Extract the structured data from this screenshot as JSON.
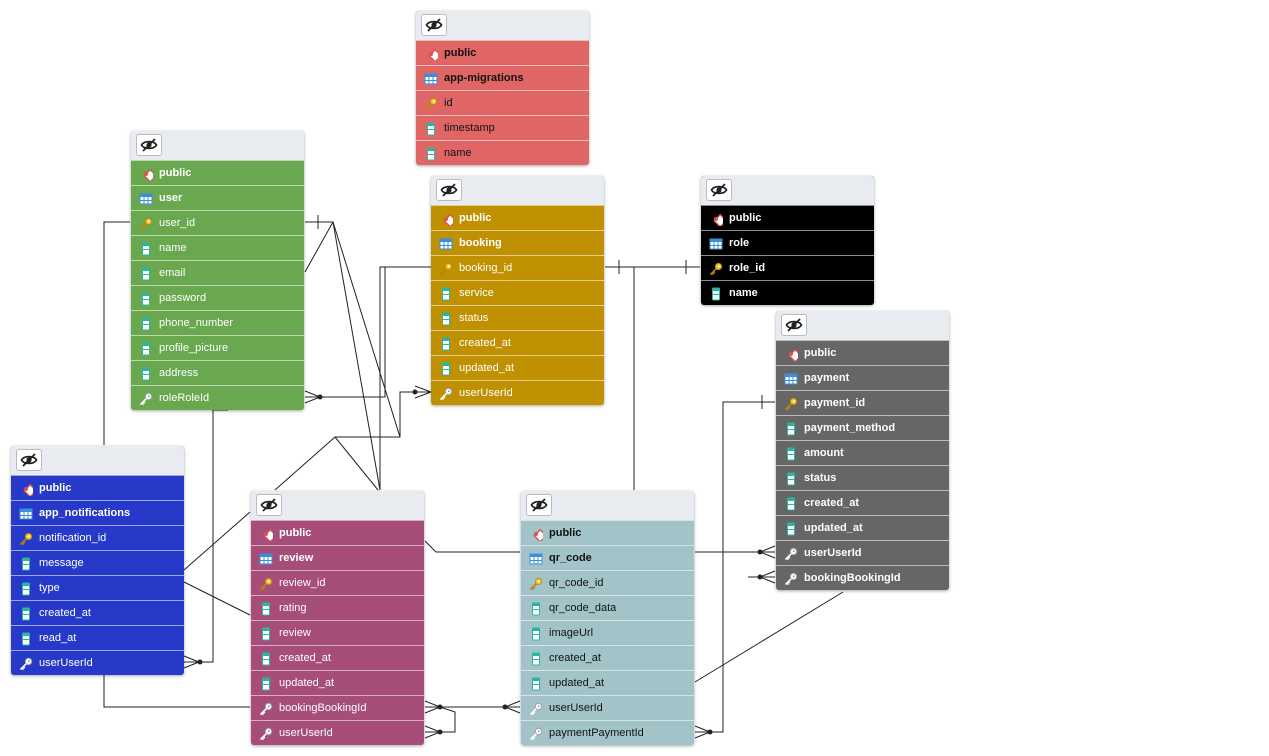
{
  "tables": [
    {
      "id": "app_migrations",
      "color": "#e06666",
      "text_color": "#111111",
      "rows": [
        {
          "icon": "schema-icon",
          "label": "public",
          "bold": true
        },
        {
          "icon": "table-icon",
          "label": "app-migrations",
          "bold": true
        },
        {
          "icon": "primary-key-icon",
          "label": "id"
        },
        {
          "icon": "column-icon",
          "label": "timestamp"
        },
        {
          "icon": "column-icon",
          "label": "name"
        }
      ]
    },
    {
      "id": "user",
      "color": "#6aa84f",
      "text_color": "#ffffff",
      "rows": [
        {
          "icon": "schema-icon",
          "label": "public",
          "bold": true
        },
        {
          "icon": "table-icon",
          "label": "user",
          "bold": true
        },
        {
          "icon": "primary-key-icon",
          "label": "user_id"
        },
        {
          "icon": "column-icon",
          "label": "name"
        },
        {
          "icon": "column-icon",
          "label": "email"
        },
        {
          "icon": "column-icon",
          "label": "password"
        },
        {
          "icon": "column-icon",
          "label": "phone_number"
        },
        {
          "icon": "column-icon",
          "label": "profile_picture"
        },
        {
          "icon": "column-icon",
          "label": "address"
        },
        {
          "icon": "foreign-key-icon",
          "label": "roleRoleId"
        }
      ]
    },
    {
      "id": "booking",
      "color": "#bf9000",
      "text_color": "#ffffff",
      "rows": [
        {
          "icon": "schema-icon",
          "label": "public",
          "bold": true
        },
        {
          "icon": "table-icon",
          "label": "booking",
          "bold": true
        },
        {
          "icon": "primary-key-icon",
          "label": "booking_id"
        },
        {
          "icon": "column-icon",
          "label": "service"
        },
        {
          "icon": "column-icon",
          "label": "status"
        },
        {
          "icon": "column-icon",
          "label": "created_at"
        },
        {
          "icon": "column-icon",
          "label": "updated_at"
        },
        {
          "icon": "foreign-key-icon",
          "label": "userUserId"
        }
      ]
    },
    {
      "id": "role",
      "color": "#000000",
      "text_color": "#ffffff",
      "rows": [
        {
          "icon": "schema-icon",
          "label": "public",
          "bold": true
        },
        {
          "icon": "table-icon",
          "label": "role",
          "bold": true
        },
        {
          "icon": "primary-key-icon",
          "label": "role_id",
          "bold": true
        },
        {
          "icon": "column-icon",
          "label": "name",
          "bold": true
        }
      ]
    },
    {
      "id": "payment",
      "color": "#666666",
      "text_color": "#ffffff",
      "rows": [
        {
          "icon": "schema-icon",
          "label": "public",
          "bold": true
        },
        {
          "icon": "table-icon",
          "label": "payment",
          "bold": true
        },
        {
          "icon": "primary-key-icon",
          "label": "payment_id",
          "bold": true
        },
        {
          "icon": "column-icon",
          "label": "payment_method",
          "bold": true
        },
        {
          "icon": "column-icon",
          "label": "amount",
          "bold": true
        },
        {
          "icon": "column-icon",
          "label": "status",
          "bold": true
        },
        {
          "icon": "column-icon",
          "label": "created_at",
          "bold": true
        },
        {
          "icon": "column-icon",
          "label": "updated_at",
          "bold": true
        },
        {
          "icon": "foreign-key-icon",
          "label": "userUserId",
          "bold": true
        },
        {
          "icon": "foreign-key-icon",
          "label": "bookingBookingId",
          "bold": true
        }
      ]
    },
    {
      "id": "app_notifications",
      "color": "#2639c8",
      "text_color": "#ffffff",
      "rows": [
        {
          "icon": "schema-icon",
          "label": "public",
          "bold": true
        },
        {
          "icon": "table-icon",
          "label": "app_notifications",
          "bold": true
        },
        {
          "icon": "primary-key-icon",
          "label": "notification_id"
        },
        {
          "icon": "column-icon",
          "label": "message"
        },
        {
          "icon": "column-icon",
          "label": "type"
        },
        {
          "icon": "column-icon",
          "label": "created_at"
        },
        {
          "icon": "column-icon",
          "label": "read_at"
        },
        {
          "icon": "foreign-key-icon",
          "label": "userUserId"
        }
      ]
    },
    {
      "id": "review",
      "color": "#a64d79",
      "text_color": "#ffffff",
      "rows": [
        {
          "icon": "schema-icon",
          "label": "public",
          "bold": true
        },
        {
          "icon": "table-icon",
          "label": "review",
          "bold": true
        },
        {
          "icon": "primary-key-icon",
          "label": "review_id"
        },
        {
          "icon": "column-icon",
          "label": "rating"
        },
        {
          "icon": "column-icon",
          "label": "review"
        },
        {
          "icon": "column-icon",
          "label": "created_at"
        },
        {
          "icon": "column-icon",
          "label": "updated_at"
        },
        {
          "icon": "foreign-key-icon",
          "label": "bookingBookingId"
        },
        {
          "icon": "foreign-key-icon",
          "label": "userUserId"
        }
      ]
    },
    {
      "id": "qr_code",
      "color": "#a2c4c9",
      "text_color": "#111111",
      "rows": [
        {
          "icon": "schema-icon",
          "label": "public",
          "bold": true
        },
        {
          "icon": "table-icon",
          "label": "qr_code",
          "bold": true
        },
        {
          "icon": "primary-key-icon",
          "label": "qr_code_id"
        },
        {
          "icon": "column-icon",
          "label": "qr_code_data"
        },
        {
          "icon": "column-icon",
          "label": "imageUrl"
        },
        {
          "icon": "column-icon",
          "label": "created_at"
        },
        {
          "icon": "column-icon",
          "label": "updated_at"
        },
        {
          "icon": "foreign-key-icon",
          "label": "userUserId"
        },
        {
          "icon": "foreign-key-icon",
          "label": "paymentPaymentId"
        }
      ]
    }
  ]
}
